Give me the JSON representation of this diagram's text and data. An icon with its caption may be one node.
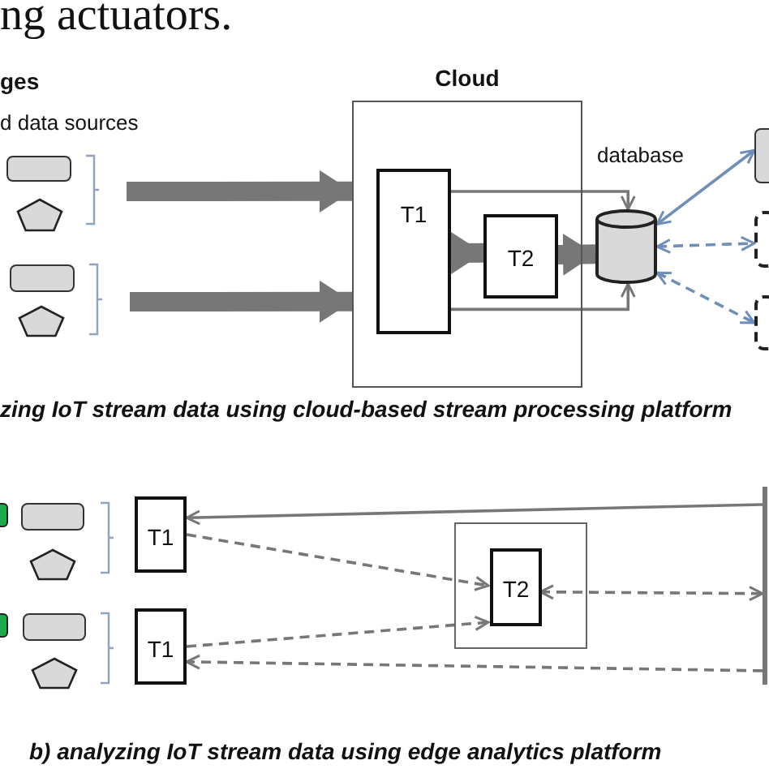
{
  "diagram": {
    "nodes": [
      {
        "text": [
          "Cloud"
        ]
      },
      {
        "text": [
          "T1"
        ],
        "in": 0
      },
      {
        "text": [
          "T2"
        ],
        "in": 0
      },
      {
        "text": [
          "database"
        ]
      },
      {
        "text": [],
        "shape": "box"
      },
      {
        "text": [],
        "shape": "pentagon"
      },
      {
        "text": [],
        "shape": "box"
      },
      {
        "text": [],
        "shape": "pentagon"
      },
      {
        "text": [],
        "shape": "box"
      },
      {
        "text": [],
        "shape": "box"
      },
      {
        "text": [],
        "shape": "box"
      },
      {
        "text": [],
        "shape": "box"
      },
      {
        "text": [],
        "shape": "box"
      },
      {
        "text": [],
        "shape": "pentagon"
      },
      {
        "text": [
          "T1"
        ]
      },
      {
        "text": [],
        "shape": "box"
      },
      {
        "text": [],
        "shape": "box"
      },
      {
        "text": [],
        "shape": "pentagon"
      },
      {
        "text": [
          "T1"
        ]
      },
      {
        "text": [],
        "shape": "box"
      },
      {
        "text": [
          "T2"
        ],
        "in": 19
      },
      {
        "text": [],
        "shape": "bar"
      }
    ],
    "edges": [
      {
        "from": null,
        "to": 0,
        "arrow": "to",
        "style": "thick"
      },
      {
        "from": null,
        "to": 0,
        "arrow": "to",
        "style": "thick"
      },
      {
        "from": 1,
        "to": 2,
        "arrow": "to",
        "style": "thick"
      },
      {
        "from": 2,
        "to": 3,
        "arrow": "to",
        "style": "thick"
      },
      {
        "from": 1,
        "to": 3,
        "arrow": "to"
      },
      {
        "from": 1,
        "to": 3,
        "arrow": "to"
      },
      {
        "from": 3,
        "to": 8,
        "arrow": "both",
        "color": "#6f8fb8"
      },
      {
        "from": 3,
        "to": 9,
        "arrow": "both",
        "style": "dashed",
        "color": "#6f8fb8"
      },
      {
        "from": 3,
        "to": 10,
        "arrow": "both",
        "style": "dashed",
        "color": "#6f8fb8"
      },
      {
        "from": 21,
        "to": 14,
        "arrow": "to"
      },
      {
        "from": 14,
        "to": 20,
        "arrow": "to",
        "style": "dashed"
      },
      {
        "from": 18,
        "to": 20,
        "arrow": "to",
        "style": "dashed"
      },
      {
        "from": 20,
        "to": 21,
        "arrow": "both",
        "style": "dashed"
      },
      {
        "from": 21,
        "to": 18,
        "arrow": "to",
        "style": "dashed"
      }
    ],
    "labels": [
      "ng actuators.",
      "ges",
      "d data sources",
      "zing IoT stream data using cloud-based stream processing platform",
      "b) analyzing IoT stream data using edge analytics platform"
    ]
  }
}
